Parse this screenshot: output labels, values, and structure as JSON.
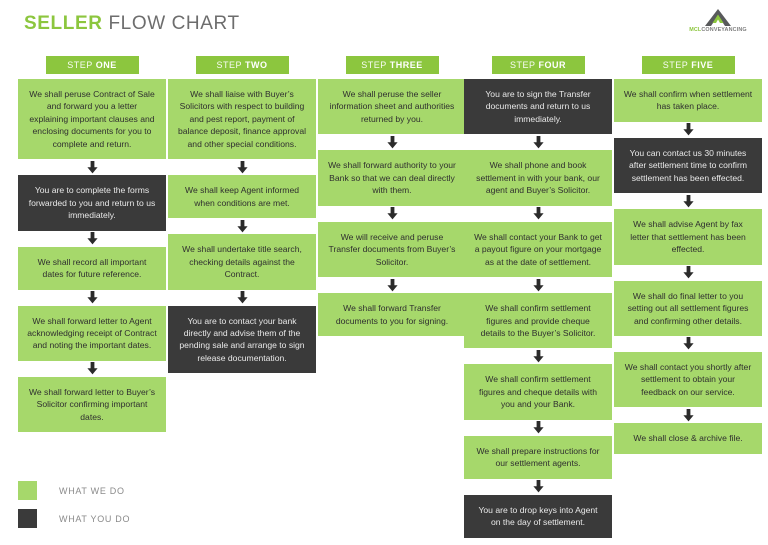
{
  "header": {
    "title_accent": "SELLER",
    "title_rest": " FLOW CHART",
    "logo": {
      "icon": "mountain-m-logo-icon",
      "text_primary": "MCL",
      "text_secondary": "CONVEYANCING"
    }
  },
  "colors": {
    "green_node": "#a6d86b",
    "green_header": "#8cc63e",
    "dark_node": "#3a3a3a",
    "title_accent": "#8cc63e",
    "title_text": "#6d6d6d",
    "legend_text": "#8a8a8a",
    "page_background": "#ffffff"
  },
  "legend": {
    "items": [
      {
        "swatch": "green",
        "label": "WHAT WE DO"
      },
      {
        "swatch": "dark",
        "label": "WHAT YOU DO"
      }
    ]
  },
  "chart_data": {
    "type": "flowchart",
    "title": "SELLER FLOW CHART",
    "orientation": "vertical-columns",
    "legend": [
      "WHAT WE DO",
      "WHAT YOU DO"
    ],
    "columns": [
      {
        "head_light": "STEP",
        "head_bold": "ONE",
        "nodes": [
          {
            "actor": "we",
            "text": "We shall peruse Contract of Sale and forward you a letter explaining important clauses and enclosing documents for you to complete and return."
          },
          {
            "actor": "you",
            "text": "You are to complete the forms forwarded to you and return to us immediately."
          },
          {
            "actor": "we",
            "text": "We shall record all important dates for future reference."
          },
          {
            "actor": "we",
            "text": "We shall forward letter to Agent acknowledging receipt of Contract and noting the important dates."
          },
          {
            "actor": "we",
            "text": "We shall forward letter to Buyer’s Solicitor confirming important dates."
          }
        ]
      },
      {
        "head_light": "STEP",
        "head_bold": "TWO",
        "nodes": [
          {
            "actor": "we",
            "text": "We shall liaise with Buyer’s Solicitors with respect to building and pest report, payment of balance deposit, finance approval and other special conditions."
          },
          {
            "actor": "we",
            "text": "We shall keep Agent informed when conditions are met."
          },
          {
            "actor": "we",
            "text": "We shall undertake title search, checking details against the Contract."
          },
          {
            "actor": "you",
            "text": "You are to contact your bank directly and advise them of the pending sale and arrange to sign release documentation."
          }
        ]
      },
      {
        "head_light": "STEP",
        "head_bold": "THREE",
        "nodes": [
          {
            "actor": "we",
            "text": "We shall peruse the seller information sheet and authorities returned by you."
          },
          {
            "actor": "we",
            "text": "We shall forward authority to your Bank so that we can deal directly with them."
          },
          {
            "actor": "we",
            "text": "We will receive and peruse Transfer documents from Buyer’s Solicitor."
          },
          {
            "actor": "we",
            "text": "We shall forward Transfer documents to you for signing."
          }
        ]
      },
      {
        "head_light": "STEP",
        "head_bold": "FOUR",
        "nodes": [
          {
            "actor": "you",
            "text": "You are to sign the Transfer documents and return to us immediately."
          },
          {
            "actor": "we",
            "text": "We shall phone and book settlement in with your bank, our agent and Buyer’s Solicitor."
          },
          {
            "actor": "we",
            "text": "We shall contact your Bank to get a payout figure on your mortgage as at the date of settlement."
          },
          {
            "actor": "we",
            "text": "We shall confirm settlement figures and provide cheque details to the Buyer’s Solicitor."
          },
          {
            "actor": "we",
            "text": "We shall confirm settlement figures and cheque details with you and your Bank."
          },
          {
            "actor": "we",
            "text": "We shall prepare instructions for our settlement agents."
          },
          {
            "actor": "you",
            "text": "You are to drop keys into Agent on the day of settlement."
          }
        ]
      },
      {
        "head_light": "STEP",
        "head_bold": "FIVE",
        "nodes": [
          {
            "actor": "we",
            "text": "We shall confirm when settlement has taken place."
          },
          {
            "actor": "you",
            "text": "You can contact us 30 minutes after settlement time to confirm settlement has been effected."
          },
          {
            "actor": "we",
            "text": "We shall advise Agent by fax letter that settlement has been effected."
          },
          {
            "actor": "we",
            "text": "We shall do final letter to you setting out all settlement figures and confirming other details."
          },
          {
            "actor": "we",
            "text": "We shall contact you shortly after settlement to obtain your feedback on our service."
          },
          {
            "actor": "we",
            "text": "We shall close & archive file."
          }
        ]
      }
    ]
  }
}
